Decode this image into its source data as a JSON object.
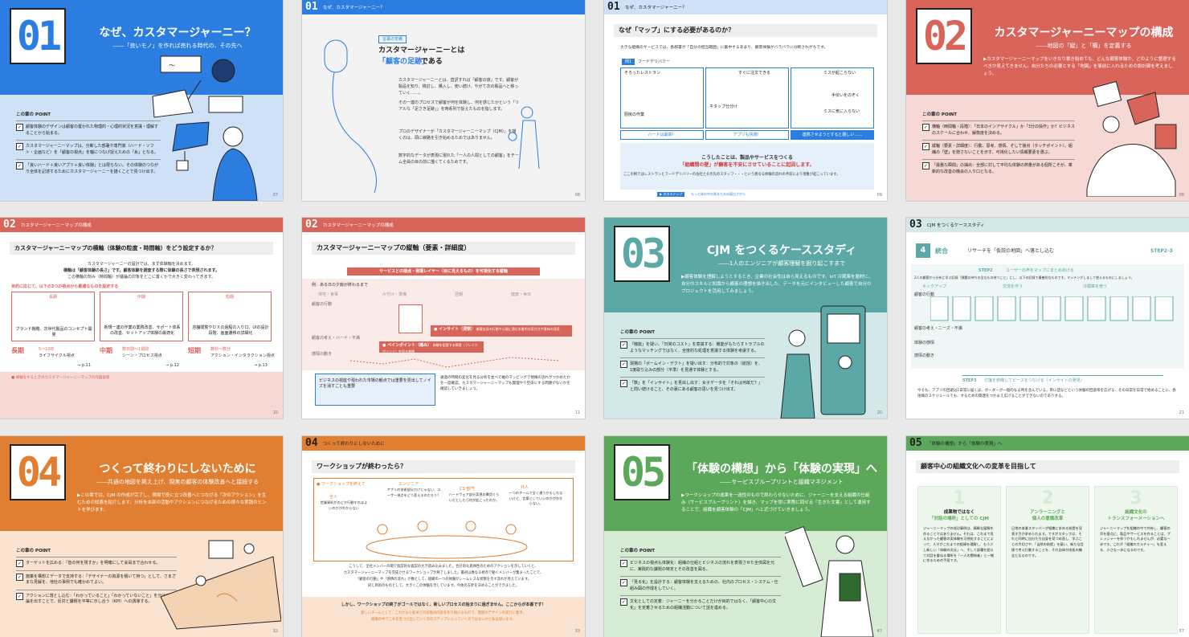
{
  "colors": {
    "blue": "#2b7de0",
    "blue_light": "#cfe1f7",
    "red": "#d9655a",
    "red_light": "#f6d8d4",
    "teal": "#5ba8a6",
    "teal_light": "#d3e9e8",
    "orange": "#e07e32",
    "orange_light": "#fae3d0",
    "green": "#5ba85a",
    "green_light": "#d7ecd5"
  },
  "s1": {
    "num": "01",
    "title": "なぜ、カスタマージャーニー？",
    "sub": "――「良いモノ」を作れば売れる時代の、その先へ",
    "point_h": "この章の POINT",
    "points": [
      "顧客体験のデザインは顧客の置かれた物理的・心理的状況を意識・理解することから始まる。",
      "カスタマージャーニーマップは、分断した部署や専門家（ハード・ソフト・企画など）を「顧客の視点」を軸につなげ捉えための「糸」となる。",
      "「良いハード＋良いアプリ＋良い体験」とは限らない。その体験のつながり全体を記述するためにカスタマージャーニーを描くことで見つけ出す。"
    ],
    "page": "07"
  },
  "s2": {
    "num": "01",
    "hdr": "なぜ、カスタマージャーニー？",
    "tag": "言葉の定義",
    "title1": "カスタマージャーニーとは",
    "title2": "「顧客の足跡」",
    "title3": "である",
    "p1": "カスタマージャーニーとは、直訳すれば「顧客の旅」です。顧客が製品を知り、検討し、購入し、使い続け、やがて次の製品へと移っていく……。",
    "p2": "その一連のプロセスで顧客が何を体験し、何を感じたかという「リアルな「足さき足跡」」を時系列で捉えたものを指します。",
    "p3": "プロのデザイナーが「カスタマージャーニーマップ（CJM）」を描くのは、頭に線路を引き始めるためではありません。",
    "p4": "数字的なデータが表現に現れた「一人の人間としての顧客」をチーム全員の目の前に描くてくるためです。",
    "page": "08"
  },
  "s3": {
    "num": "01",
    "hdr": "なぜ、カスタマージャーニー？",
    "title": "なぜ「マップ」にする必要があるのか？",
    "lead": "大きな組織のサービスでは、各部署が「自分の担当範囲」に集中するあまり、顧客体験がバラバラに分断されがちです。",
    "ex": "例1",
    "ex_title": "フードデリバリー",
    "cap1": "ハードは最高！",
    "cap2": "アプリも快適！",
    "cap3": "連携させようとすると難しい……",
    "b1": "そろったレストラン",
    "b2": "すぐに注文できる",
    "b3": "ミスが起こらない",
    "b4": "厨房の作業",
    "b5": "ネタップ仕分け",
    "b6": "手伝いをのぞく",
    "b7": "ミスに気に入らない",
    "con1": "こうしたことは、製品やサービスをつくる",
    "con2": "「組織間の壁」が顧客を不安にさせていることに起因します。",
    "con3": "ここの例ではレストランとフードデリバリーの会社とその先のスタッフ・・・という異なる体験の流れの手前により現象が起こっています。",
    "foot": "▶ 次のステップ",
    "foot2": "もっと体の中の知るための面白さから",
    "page": "09"
  },
  "s4": {
    "num": "02",
    "title": "カスタマージャーニーマップの構成",
    "sub": "――地図の「縦」と「横」を定義する",
    "desc": "▶カスタマージャーニーマップをいきなり書き始めても、どんな顧客体験か、どのように整理するべきか見えてきません。自分たちの必要とする「地図」を事前に入れるための設計図を考えましょう。",
    "point_h": "この章の POINT",
    "points": [
      "横軸（時間軸・段階）：「日本のインアサイクル」か「3分の操作」か？ビジネスのスケールに合わせ、解像度を決める。",
      "縦軸（要素・詳細度）：行動、思考、感情、そして接点（タッチポイント）。組織の「壁」を隠さないことを示す、可視化したい情報要素を選ぶ。",
      "「最悪な瞬間」の抽出：全部に対して平均な体験の熱量がある個所こそが、革新的な改善の機会の入り口となる。"
    ],
    "page": "09"
  },
  "s5": {
    "num": "02",
    "hdr": "カスタマージャーニーマップの構成",
    "title": "カスタマージャーニーマップの横軸（体験の粒度・時間軸）をどう設定するか？",
    "l1": "カスタマージャーニーの設計では、まず体験軸を決めます。",
    "l2": "横軸は「顧客体験の長さ」です。顧客体験を調査する際に体験の長さで表現されます。",
    "l3": "この横軸の刻み（時間軸）が議論の対象をどこに置くかで大きく変わってきます。",
    "tag": "目的に応じて、以下の3つの視点から最適なものを設定する",
    "cols": [
      {
        "h": "長期",
        "icon": "長期",
        "t": "ブランド戦略、次世代製品のコンセプト開発",
        "lab": "長期",
        "k": "5～10年",
        "v": "ライフサイクル視点",
        "p": "→ p.11"
      },
      {
        "h": "中期",
        "icon": "中期",
        "t": "新規一連の作業の業務改善、サポート体系の改善、セットアップ体験の最適化",
        "lab": "中期",
        "k": "数日間～1週間",
        "v": "シーン・プロセス視点",
        "p": "→ p.12"
      },
      {
        "h": "短期",
        "icon": "短期",
        "t": "店舗閲覧やＤＸの過程の入り口、UIの設計段階、画面遷移の詳細化",
        "lab": "短期",
        "k": "数秒～数分",
        "v": "アクション・インタラクション視点",
        "p": "→ p.13"
      }
    ],
    "note": "■ 横軸をするときのカスタマージャーニーマップの作図留意",
    "page": "10"
  },
  "s6": {
    "num": "02",
    "hdr": "カスタマージャーニーマップの構成",
    "title": "カスタマージャーニーマップの縦軸（要素・詳細度）",
    "band": "サービスとの接点・現場レイヤー（目に見えるもの）を可視化する縦軸",
    "ex": "例：ある日の夕飯が終わるまで",
    "stages": [
      "帰宅・食事",
      "片付け・準備",
      "翌朝",
      "健康・休日"
    ],
    "rows": [
      "顧客の行動",
      "顧客の考え・ハード・不満",
      "感情の動き"
    ],
    "insight": "● インサイト（洞察）",
    "insight_t": "顧客自身の行動や心理に潜む本質的な気付きや意味の発見",
    "pain": "● ペインポイント（痛み）",
    "pain_t": "体験を阻害する障害（ブレイクポイント）を見る感情",
    "c1": "ビジネスの視座や現われた市場の観点では重要を見出してノイズを消すことも重要",
    "c2": "通過の時間の変化を見る分析を並べて軸のマッピングで視線の流れがつかめたかを一度確認。カスタマージャーニーマップも無理やり空白にする問題がないかを確認していきましょう。",
    "page": "11"
  },
  "s7": {
    "num": "03",
    "title": "CJM をつくるケーススタディ",
    "sub": "――1人のエンジニアが顧客理解を掘り起こすまで",
    "desc": "▶顧客体験を理解しようとするとき、企業の社会性は自ら見えるものです。IoT 冷蔵庫を題材に、自分のスキルと知識から顧客の理想を描き出した、データを元にインタビューした顧客で自分のプロジェクトを活用してみましょう。",
    "point_h": "この章の POINT",
    "points": [
      "「機能」を疑い、「日常のコスト」を意識する：機能がもたらすトラブルのようなマッチングではなく、全度的な処理を意識する体験を考慮する。",
      "現場の「ボームイン・デクト」を疑い出す：分布的で対象の（総括）を、1度取り込みの部分（平準）を見通す体験とする。",
      "「数」を「インサイト」を見出し出す：女子データを「それは何故だ？」と問い続けること、その裏にある顧客の思いを見つけ出す。"
    ],
    "page": "20"
  },
  "s8": {
    "num": "03",
    "hdr": "CJM をつくるケーススタディ",
    "step": "4",
    "stage": "統合",
    "stage_t": "リサーチを「仮説の地図」へ落とし込む",
    "step_id": "STEP2-3",
    "step2": "STEP2",
    "step2_t": "ユーザーの声をマップにまとめあげる",
    "lead": "2人の顧客から分布に学ぶ記録「課題の持ちの全なもの持つこと」にし、以下の記録で最善的なものです。マッチングしまして使えるものにしましょう。",
    "s_a": "キックアップ",
    "s_b": "交流を伴う",
    "s_c": "冷蔵庫を使う",
    "r1": "顧客の行動",
    "r2": "顧客の考え・ニーズ・不満",
    "r3": "体験の感情",
    "r4": "感情の動き",
    "step3": "STEP3",
    "step3_t": "付箋を俯瞰してピースをつなげる（インサイトの発見）",
    "foot": "今そも、アプリの回避は1日常に届くば、ボーダーが一般的なる時を含んでいる。単に話などという体験の回遊帯を広げる、その日常を日常で始めることに、各地域のスケジュールでも、するための関連をつかまえ広げることができないのでありする。",
    "page": "21"
  },
  "s9": {
    "num": "04",
    "title": "つくって終わりにしないために",
    "sub": "――共通の地図を掲え上げ、現実の顧客の体験改善へと接続する",
    "desc": "▶この章では、CJM の作成が完了し、現場で役に立つ改善へとつなげる「次のアクション」を生むための知恵を紹介します。分析を本部の活動やアクションにつなげるための様々な実践のヒントを学びます。",
    "point_h": "この章の POINT",
    "points": [
      "ターゲットを広める：「皆の何を残すか」を明確にして会員まで合わせる。",
      "施策を構想エデータで支持する：「デザイナーの資源を積いて持つ」として、さまざまな見解を、他社の事例でも確かめてよい。",
      "アクションに落とし込む：「わかっていること」「わかっていないこと」を分けて議論を出すことで、反対と課題を平等に示し合う（KPI）への誘導する。"
    ],
    "page": "32"
  },
  "s10": {
    "num": "04",
    "hdr": "つくって終わりにしないために",
    "title": "ワークショップが終わったら？",
    "tag": "● ワークショップを終えて",
    "q1_h": "エンジニア",
    "q1": "アプリの技術部分だけじゃない、ユーザー視点をどう変えるのだろう？",
    "q2_h": "全人",
    "q2": "営業資料がのどか行動すればよいのかがわからない",
    "q3_h": "CS 部門",
    "q3": "ハードウェア部分実現の費用ぐらいだとしたら何が起こったのか。",
    "q4_h": "外人",
    "q4": "一つのチームで全く違うかもしれないけど、言葉としていいのかがわからない。",
    "b1": "こうして、全社メンバーの間で仮説的な仮説の大き読み込みました。合計的な具体性のためのアクションを示していくと、",
    "b2": "カスタマージャーニーマップを完成させるワークショップが終了しました。最初は異なる視点で動くメンバーが集まったことで、",
    "b3": "「顧客の行動」や「感情の流れ」が数として、組織の一つの体験がシームレスな状態を示す流れが見えています。",
    "b4": "同じ目的のものとして、大きくこの体験を示しています。今後の方針を決めることができました。",
    "c1": "しかし、ワークショップの終了がゴールではなく、新しいプロセスの始まりに過ぎません。ここからが本番です！",
    "c2": "新しいチームとして、これがまた初めての段階の内容を作り続けるもので、開発のデザインの実行に着手。",
    "c3": "組織の中でこれを見つけ出していく次のステップに入っていくのではないかと私は思います。",
    "page": "33"
  },
  "s11": {
    "num": "05",
    "title": "「体験の構想」から「体験の実現」へ",
    "sub": "――サービスブループリントと組織マネジメント",
    "desc": "▶ワークショップの成果を一過性のもので終わらせないために、ジャーニーを支える組織の仕組み（サービスブループリント）を描き、マップを常に実際に回せる「生きた文書」として運用することで、組織を顧客体験の「CJM」へと近づけていきましょう。",
    "point_h": "この章の POINT",
    "points": [
      "ビジネスの視点も体験化：組織の仕組とビジネスの流れを表現させた全体図を元に、実践的な課題の特定とその改善を図る。",
      "「見る化」を設計する：顧客体験を支えるための、社内のプロセス・システム・仕組み図の作成をしていく。",
      "文化としての定着：ジャーニーを分かることだけが目的ではなく、「顧客中心の文化」を定着させるための組織活動について話を進める。"
    ],
    "page": "47"
  },
  "s12": {
    "num": "05",
    "hdr": "「体験の構想」から「体験の実現」へ",
    "title": "顧客中心の組織文化への変革を目指して",
    "cols": [
      {
        "n": "1",
        "t1": "成果物ではなく",
        "t2": "「対話の場所」としての CJM",
        "b": "ジャーニーマップの成功事例は、精緻な図解を作ることではありません。それは、これまで見えなかった顧客の実体験を可視化することによって、人々がこれまでの経緯を理解し、もう少し新しい「体験の次元」へ、そして部署を超えて対話を重ねる場所を「一人の関係者」と一緒に作るための手段です。"
      },
      {
        "n": "2",
        "t1": "アンラーニングと",
        "t2": "個人の意識改革",
        "b": "日常の本業スタンパーが組織に求める前提を見直す力が求められます。ですがスタッフは、それと同時に自分たち自身を見つめ直し、学ぶことの大切さや、「当然の前提」を疑い、新たな目線で考え行動することを、それ自体が成長の機会となるのです。"
      },
      {
        "n": "3",
        "t1": "組織文化の",
        "t2": "トランスフォーメーションへ",
        "b": "ジャーニーマップを組織の中で共有し、顧客の声を基点に、製品やサービスを作ることは、プレッシャーを伴うかもしれませんが、必要な一歩です。これが「組織のカルチャー」を変える、小さな一歩になるのです。"
      }
    ],
    "page": "57"
  }
}
